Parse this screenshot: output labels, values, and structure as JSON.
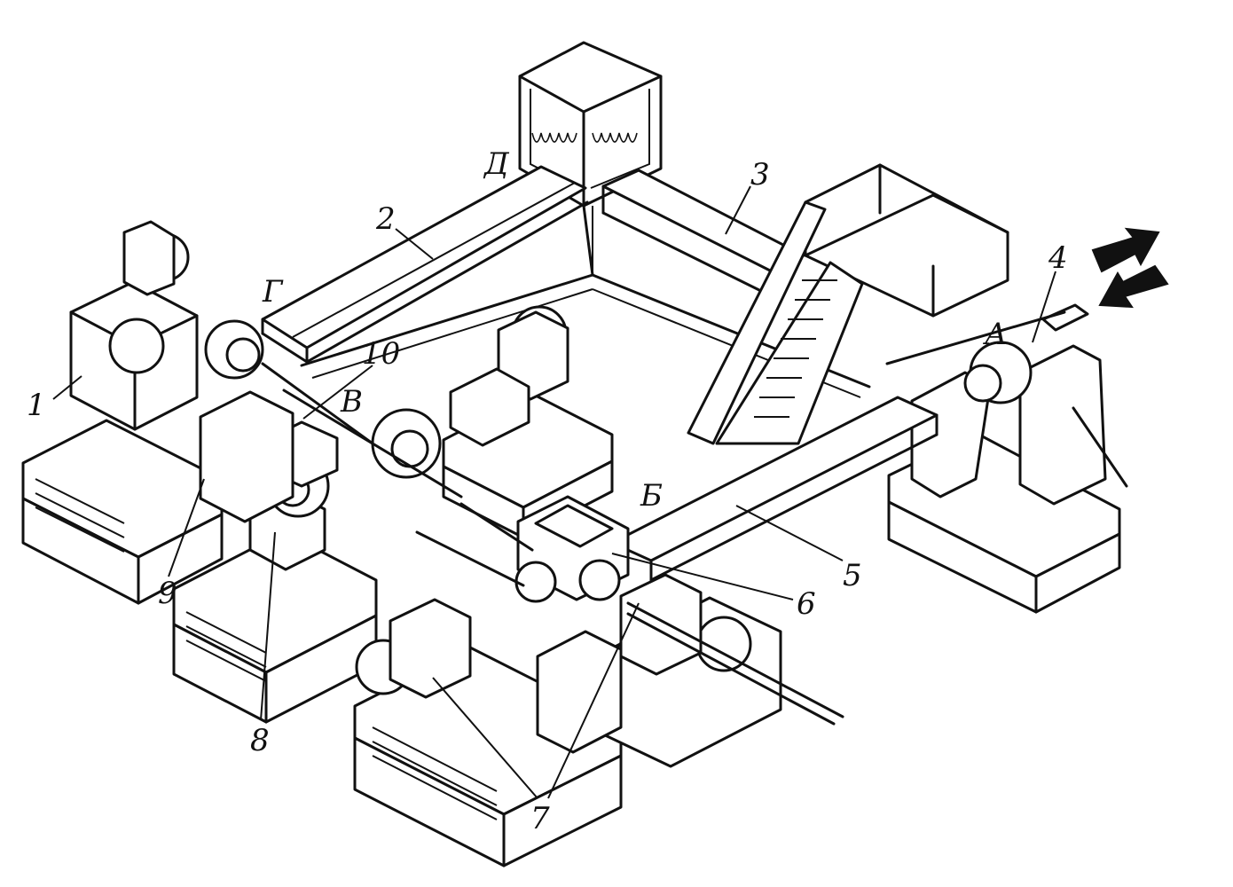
{
  "labels": {
    "n1": "1",
    "n2": "2",
    "n3": "3",
    "n4": "4",
    "n5": "5",
    "n6": "6",
    "n7": "7",
    "n8": "8",
    "n9": "9",
    "n10": "10",
    "A": "А",
    "B": "Б",
    "V": "В",
    "G": "Г",
    "D": "Д"
  },
  "arrows": {
    "direction": "bidirectional",
    "color": "#111111"
  }
}
